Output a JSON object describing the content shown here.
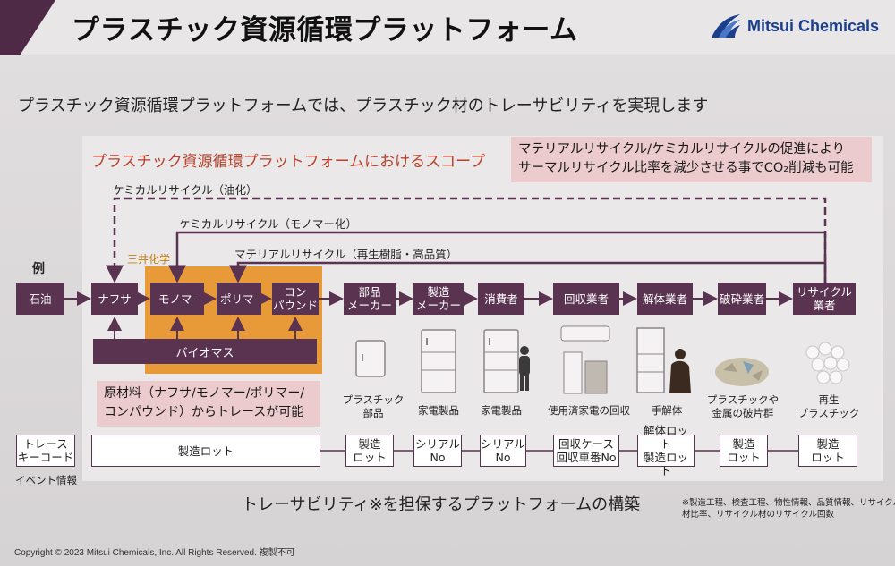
{
  "header": {
    "title": "プラスチック資源循環プラットフォーム",
    "logo_text": "Mitsui Chemicals"
  },
  "subtitle": "プラスチック資源循環プラットフォームでは、プラスチック材のトレーサビリティを実現します",
  "scope_title": "プラスチック資源循環プラットフォームにおけるスコープ",
  "note": {
    "line1": "マテリアルリサイクル/ケミカルリサイクルの促進により",
    "line2": "サーマルリサイクル比率を減少させる事でCO₂削減も可能"
  },
  "loops": {
    "chem_oil": "ケミカルリサイクル（油化）",
    "chem_monomer": "ケミカルリサイクル（モノマー化）",
    "material": "マテリアルリサイクル（再生樹脂・高品質）"
  },
  "example_label": "例",
  "mitsui_label": "三井化学",
  "nodes": {
    "oil": "石油",
    "naphtha": "ナフサ",
    "monomer": "モノマ-",
    "polymer": "ポリマ-",
    "compound_1": "コン",
    "compound_2": "パウンド",
    "parts_maker_1": "部品",
    "parts_maker_2": "メーカー",
    "mfg_maker_1": "製造",
    "mfg_maker_2": "メーカー",
    "consumer": "消費者",
    "collector": "回収業者",
    "dismantler": "解体業者",
    "crusher": "破砕業者",
    "recycler_1": "リサイクル",
    "recycler_2": "業者"
  },
  "biomass": "バイオマス",
  "trace_note": {
    "line1": "原材料（ナフサ/モノマー/ポリマー/",
    "line2": "コンパウンド）からトレースが可能"
  },
  "captions": {
    "plastic_parts_1": "プラスチック",
    "plastic_parts_2": "部品",
    "appliance_1": "家電製品",
    "appliance_2": "家電製品",
    "used_appliance": "使用済家電の回収",
    "dismantle": "手解体",
    "fragments_1": "プラスチックや",
    "fragments_2": "金属の破片群",
    "recycled_1": "再生",
    "recycled_2": "プラスチック"
  },
  "trace_row": {
    "key_1": "トレース",
    "key_2": "キーコード",
    "lot": "製造ロット",
    "b1_1": "製造",
    "b1_2": "ロット",
    "b2_1": "シリアル",
    "b2_2": "No",
    "b3_1": "シリアル",
    "b3_2": "No",
    "b4_1": "回収ケース",
    "b4_2": "回収車番No",
    "b5_1": "解体ロット",
    "b5_2": "製造ロット",
    "b6_1": "製造",
    "b6_2": "ロット",
    "b7_1": "製造",
    "b7_2": "ロット"
  },
  "event_label": "イベント情報",
  "bottom_title": "トレーサビリティ※を担保するプラットフォームの構築",
  "footnote": {
    "line1": "※製造工程、検査工程、物性情報、品質情報、リサイクル",
    "line2": "材比率、リサイクル材のリサイクル回数"
  },
  "copyright": "Copyright © 2023 Mitsui Chemicals, Inc. All Rights Reserved. 複製不可",
  "colors": {
    "node": "#5a3350",
    "accent_orange": "#e79a37",
    "note_pink": "#ebcbcd",
    "title_red": "#b8402a",
    "logo_blue": "#1c3f8c"
  }
}
